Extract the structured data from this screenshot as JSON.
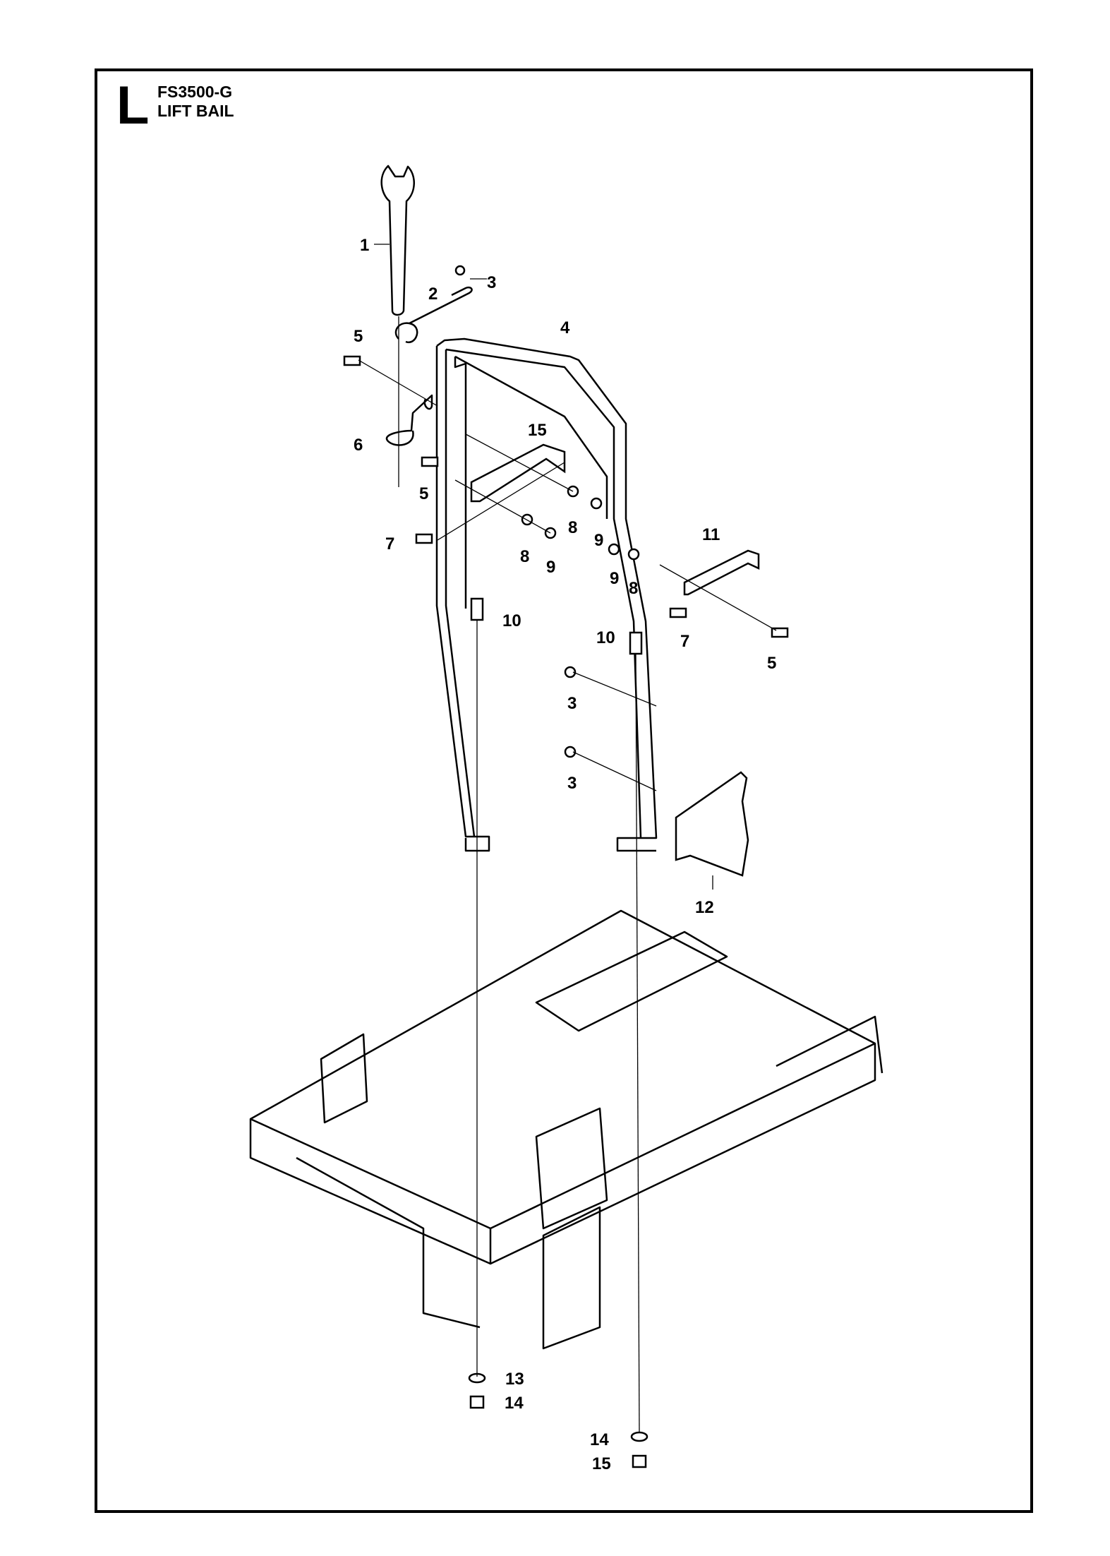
{
  "header": {
    "section_letter": "L",
    "model": "FS3500-G",
    "title": "LIFT BAIL"
  },
  "callouts": [
    "1",
    "2",
    "3",
    "4",
    "5",
    "6",
    "15",
    "5",
    "7",
    "8",
    "9",
    "8",
    "9",
    "9",
    "8",
    "11",
    "10",
    "10",
    "7",
    "5",
    "3",
    "3",
    "12",
    "13",
    "14",
    "14",
    "15"
  ]
}
